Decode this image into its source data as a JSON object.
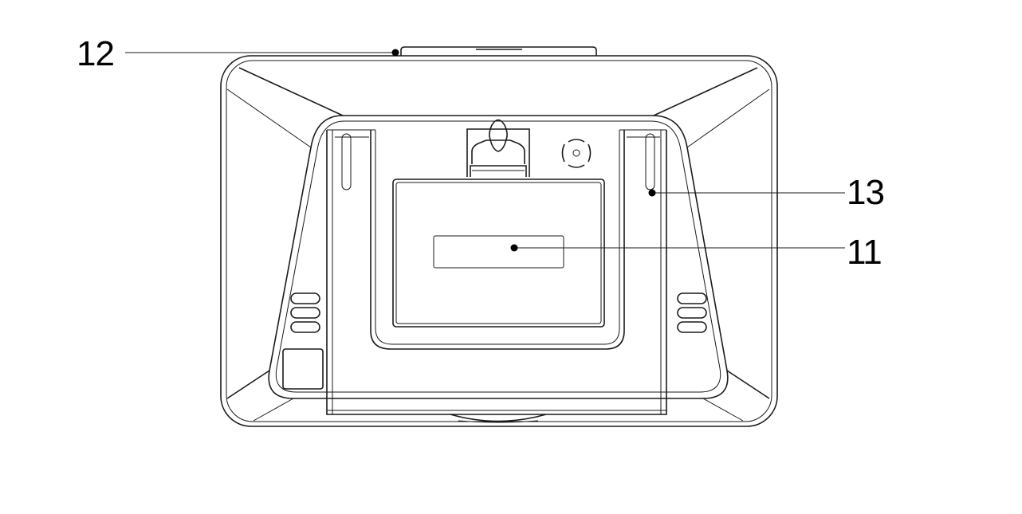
{
  "diagram": {
    "colors": {
      "line": "#1a1a1a",
      "background": "#ffffff"
    },
    "callouts": [
      {
        "id": "12",
        "label": "12"
      },
      {
        "id": "13",
        "label": "13"
      },
      {
        "id": "11",
        "label": "11"
      }
    ]
  }
}
